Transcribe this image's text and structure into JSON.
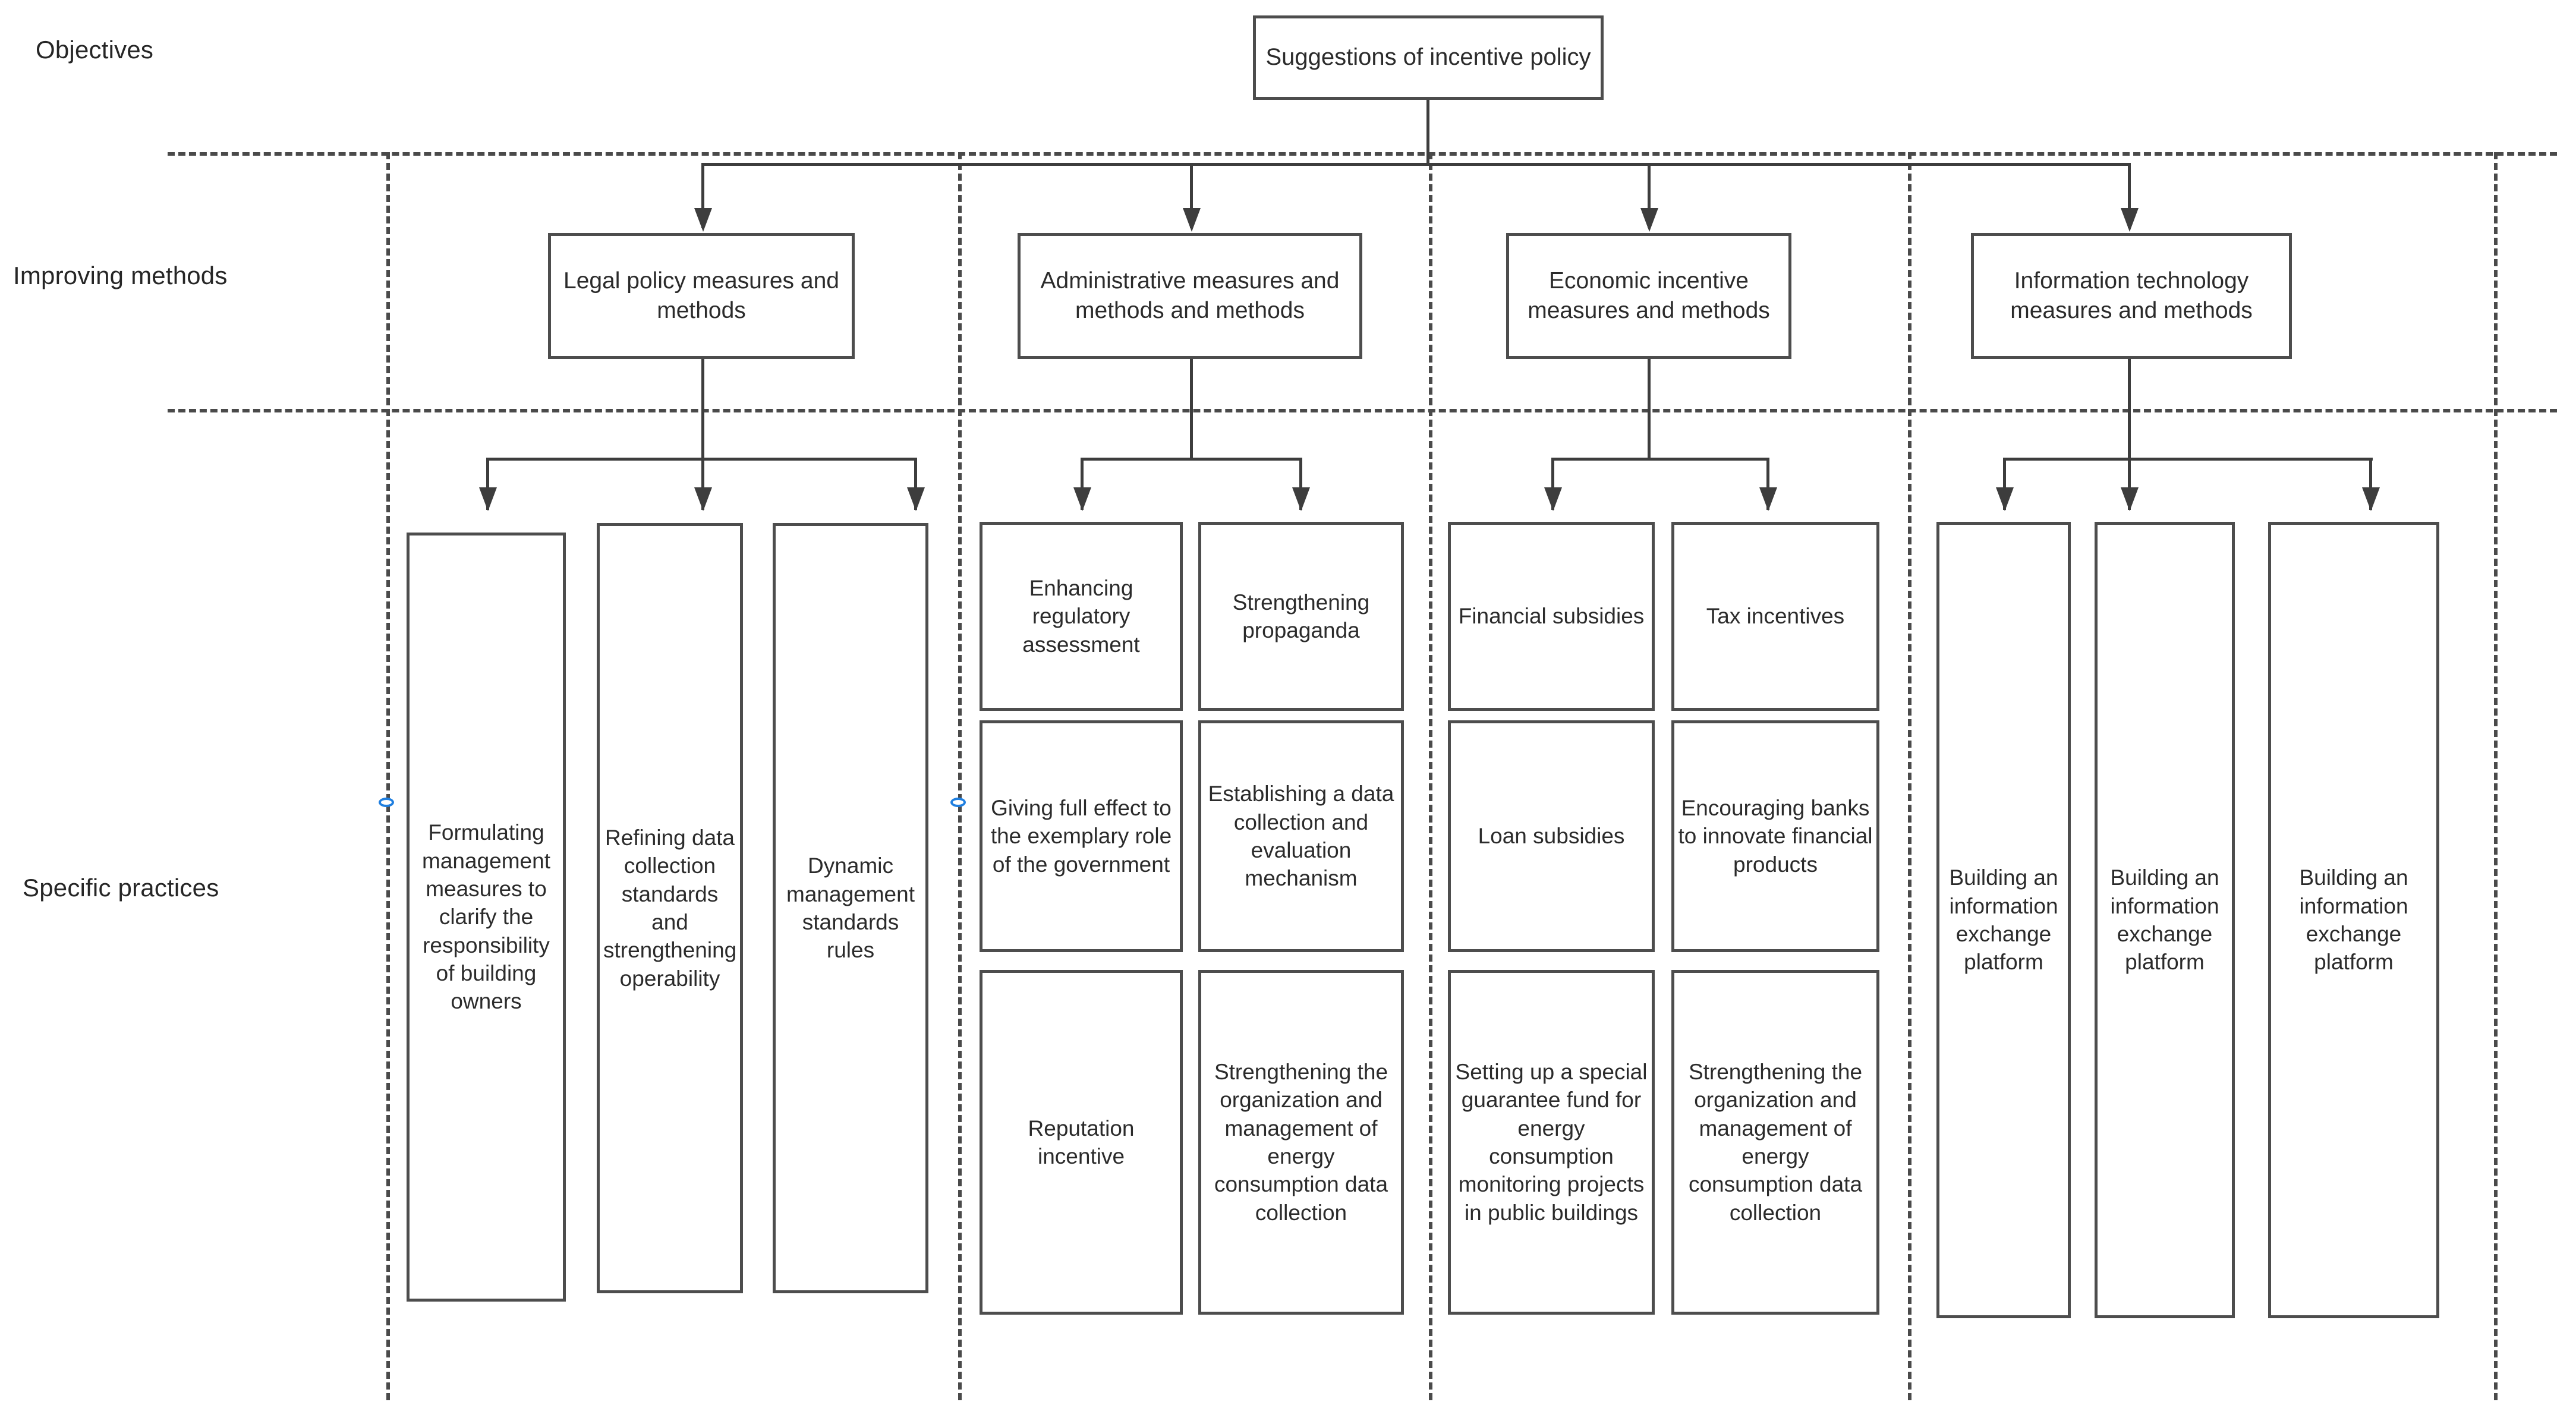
{
  "diagram": {
    "title_node": {
      "label": "Suggestions of incentive policy"
    },
    "row_labels": [
      {
        "name": "objectives",
        "label": "Objectives"
      },
      {
        "name": "improving-methods",
        "label": "Improving methods"
      },
      {
        "name": "specific-practices",
        "label": "Specific practices"
      }
    ],
    "methods": [
      {
        "id": "legal",
        "label": "Legal policy measures and methods"
      },
      {
        "id": "administrative",
        "label": "Administrative measures and methods and methods"
      },
      {
        "id": "economic",
        "label": "Economic incentive measures and methods"
      },
      {
        "id": "information",
        "label": "Information technology measures and methods"
      }
    ],
    "practices": {
      "legal": [
        {
          "id": "legal-1",
          "label": "Formulating management measures to clarify the responsibility of building owners"
        },
        {
          "id": "legal-2",
          "label": "Refining data collection standards and strengthening operability"
        },
        {
          "id": "legal-3",
          "label": "Dynamic management standards rules"
        }
      ],
      "administrative": [
        {
          "id": "admin-1",
          "label": "Enhancing regulatory assessment"
        },
        {
          "id": "admin-2",
          "label": "Strengthening propaganda"
        },
        {
          "id": "admin-3",
          "label": "Giving full effect to the exemplary role of the government"
        },
        {
          "id": "admin-4",
          "label": "Establishing a data collection and evaluation mechanism"
        },
        {
          "id": "admin-5",
          "label": "Reputation incentive"
        },
        {
          "id": "admin-6",
          "label": "Strengthening the organization and management of energy consumption data collection"
        }
      ],
      "economic": [
        {
          "id": "econ-1",
          "label": "Financial subsidies"
        },
        {
          "id": "econ-2",
          "label": "Tax incentives"
        },
        {
          "id": "econ-3",
          "label": "Loan subsidies"
        },
        {
          "id": "econ-4",
          "label": "Encouraging banks to innovate financial products"
        },
        {
          "id": "econ-5",
          "label": "Setting up a special guarantee fund for energy consumption monitoring projects in public buildings"
        },
        {
          "id": "econ-6",
          "label": "Strengthening the organization and management of energy consumption data collection"
        }
      ],
      "information": [
        {
          "id": "info-1",
          "label": "Building an information exchange platform"
        },
        {
          "id": "info-2",
          "label": "Building an information exchange platform"
        },
        {
          "id": "info-3",
          "label": "Building an information exchange platform"
        }
      ]
    },
    "colors": {
      "line": "#3d3d3d",
      "separator": "#4a4a4a",
      "text": "#2b2b2b",
      "handle": "#1f7fe0"
    }
  }
}
